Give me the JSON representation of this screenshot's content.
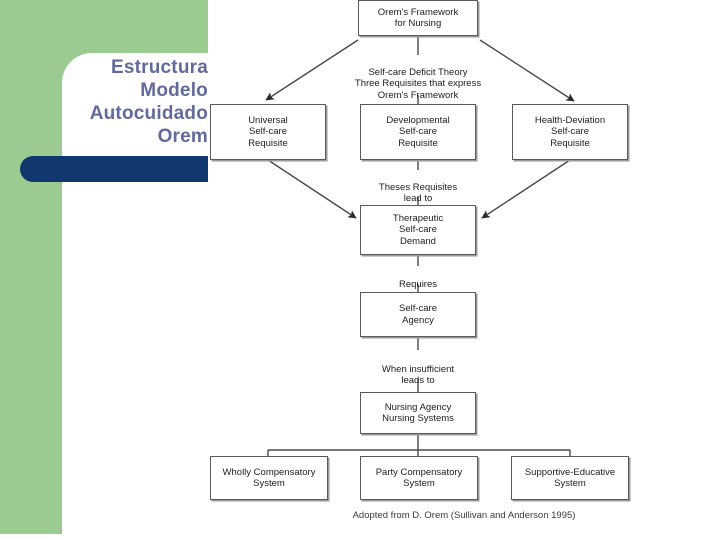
{
  "slide": {
    "title_lines": [
      "Estructura",
      "Modelo",
      "Autocuidado",
      "Orem"
    ],
    "accent_green": "#9ccb92",
    "accent_blue": "#10386e",
    "title_color": "#626a9c"
  },
  "diagram": {
    "nodes": {
      "framework": {
        "lines": "Orem's Framework\nfor Nursing"
      },
      "universal": {
        "lines": "Universal\nSelf-care\nRequisite"
      },
      "developmental": {
        "lines": "Developmental\nSelf-care\nRequisite"
      },
      "health_deviation": {
        "lines": "Health-Deviation\nSelf-care\nRequisite"
      },
      "therapeutic": {
        "lines": "Therapeutic\nSelf-care\nDemand"
      },
      "agency": {
        "lines": "Self-care\nAgency"
      },
      "nursing_agency": {
        "lines": "Nursing Agency\nNursing Systems"
      },
      "wholly": {
        "lines": "Wholly Compensatory\nSystem"
      },
      "party": {
        "lines": "Party Compensatory\nSystem"
      },
      "supportive": {
        "lines": "Supportive-Educative\nSystem"
      }
    },
    "connector_labels": {
      "deficit_theory": "Self-care Deficit Theory\nThree Requisites that express\nOrem's Framework",
      "lead_to": "Theses Requisites\nlead to",
      "requires": "Requires",
      "insufficient": "When insufficient\nleads to"
    },
    "footnote": "Adopted from D. Orem (Sullivan and Anderson 1995)"
  }
}
